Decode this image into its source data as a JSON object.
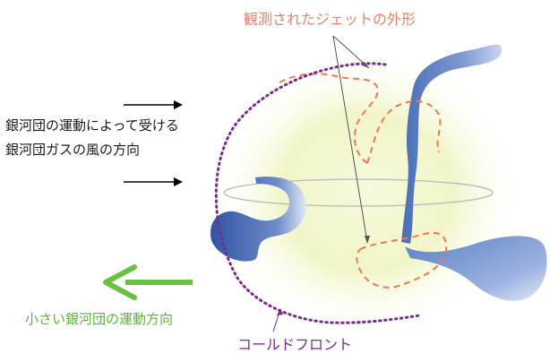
{
  "labels": {
    "observed_jet_shape": "観測されたジェットの外形",
    "wind_line_1": "銀河団の運動によって受ける",
    "wind_line_2": "銀河団ガスの風の方向",
    "group_motion_direction": "小さい銀河団の運動方向",
    "cold_front": "コールドフロント"
  },
  "colors": {
    "jet_outline_label": "#e8826a",
    "jet_outline_dash": "#f07a4c",
    "motion_arrow": "#6cc040",
    "motion_label": "#5cb536",
    "cold_front": "#7a2a8f",
    "jet_body": "#5577bb",
    "halo": "#f2f5c8",
    "wind_arrows": "#000000"
  }
}
